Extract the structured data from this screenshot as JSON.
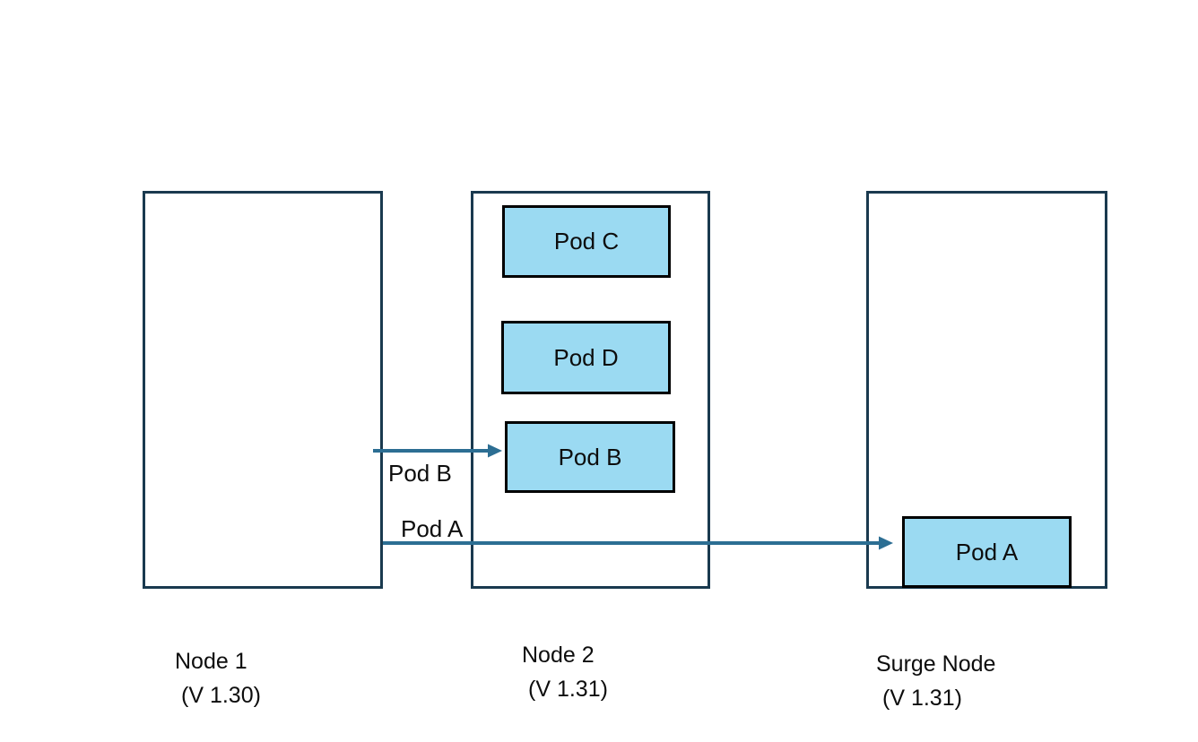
{
  "colors": {
    "bg": "#FFFFFF",
    "node_border": "#1A3A4F",
    "pod_fill": "#9BDAF2",
    "pod_border": "#000000",
    "arrow": "#2C6E93",
    "text": "#0D0D0D"
  },
  "nodes": [
    {
      "name": "Node 1",
      "version": "(V 1.30)"
    },
    {
      "name": "Node 2",
      "version": "(V 1.31)"
    },
    {
      "name": "Surge Node",
      "version": "(V 1.31)"
    }
  ],
  "pods": [
    {
      "label": "Pod C"
    },
    {
      "label": "Pod D"
    },
    {
      "label": "Pod B"
    },
    {
      "label": "Pod A"
    }
  ],
  "arrows": [
    {
      "label": "Pod B",
      "from": "Node 1",
      "to": "Pod B in Node 2"
    },
    {
      "label": "Pod A",
      "from": "Node 1",
      "to": "Pod A in Surge Node"
    }
  ]
}
